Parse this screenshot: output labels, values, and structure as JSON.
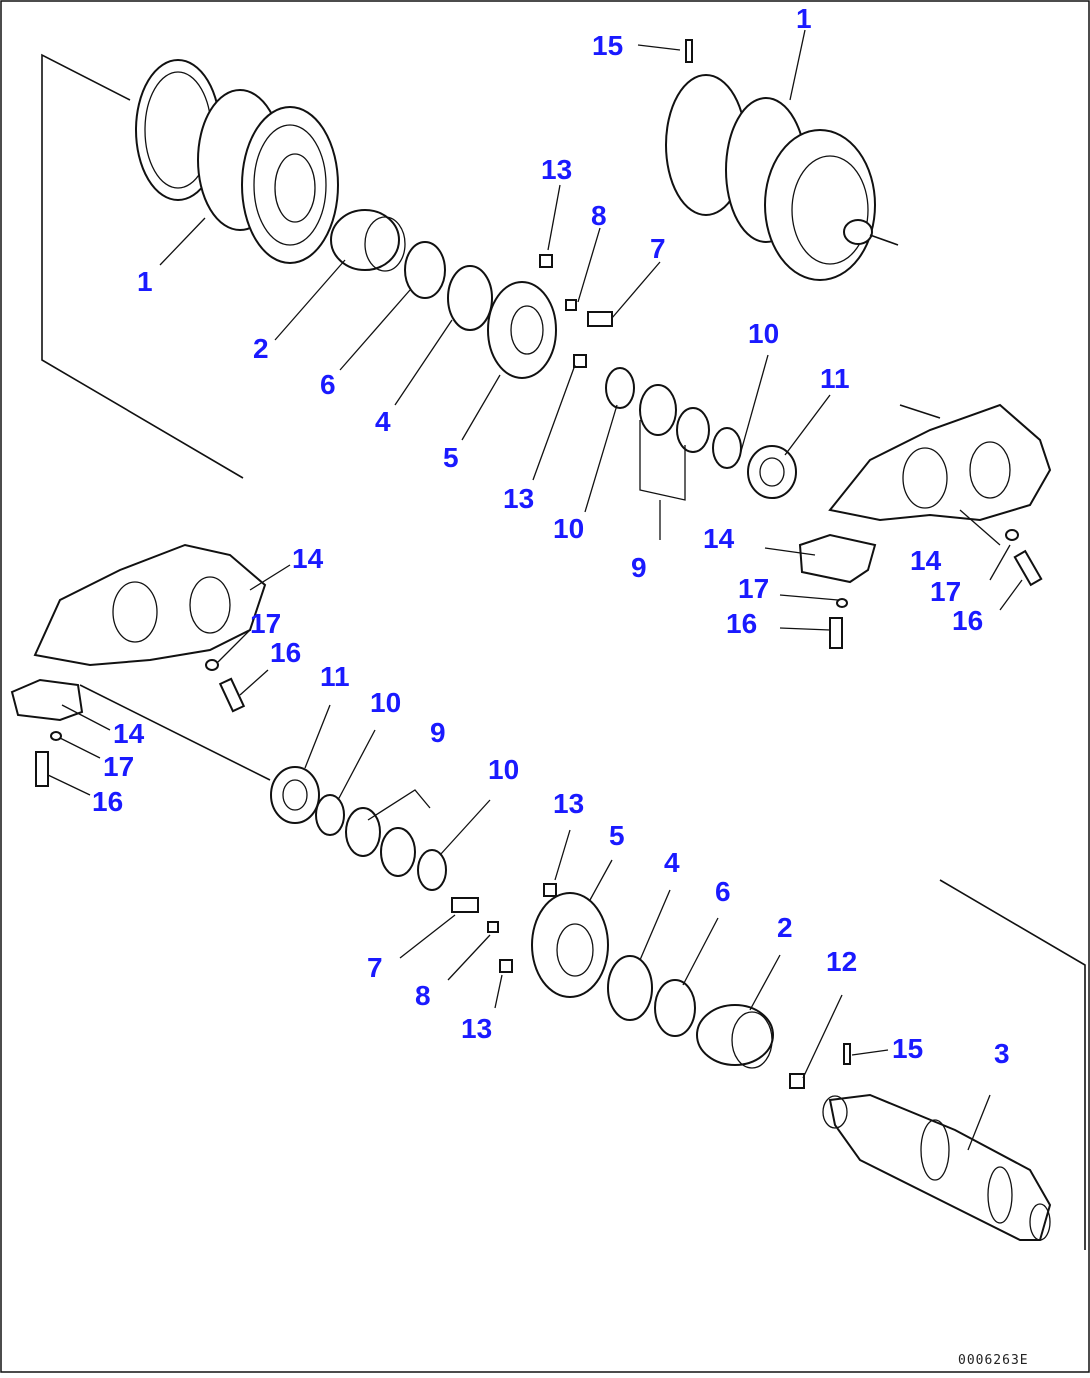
{
  "diagram": {
    "drawing_code": "0006263E",
    "callouts": [
      "1",
      "1",
      "15",
      "13",
      "8",
      "7",
      "2",
      "6",
      "4",
      "5",
      "13",
      "10",
      "9",
      "10",
      "11",
      "14",
      "17",
      "16",
      "14",
      "17",
      "16",
      "14",
      "17",
      "16",
      "14",
      "17",
      "16",
      "11",
      "10",
      "9",
      "10",
      "13",
      "5",
      "4",
      "6",
      "2",
      "12",
      "15",
      "3",
      "7",
      "8",
      "13"
    ]
  }
}
